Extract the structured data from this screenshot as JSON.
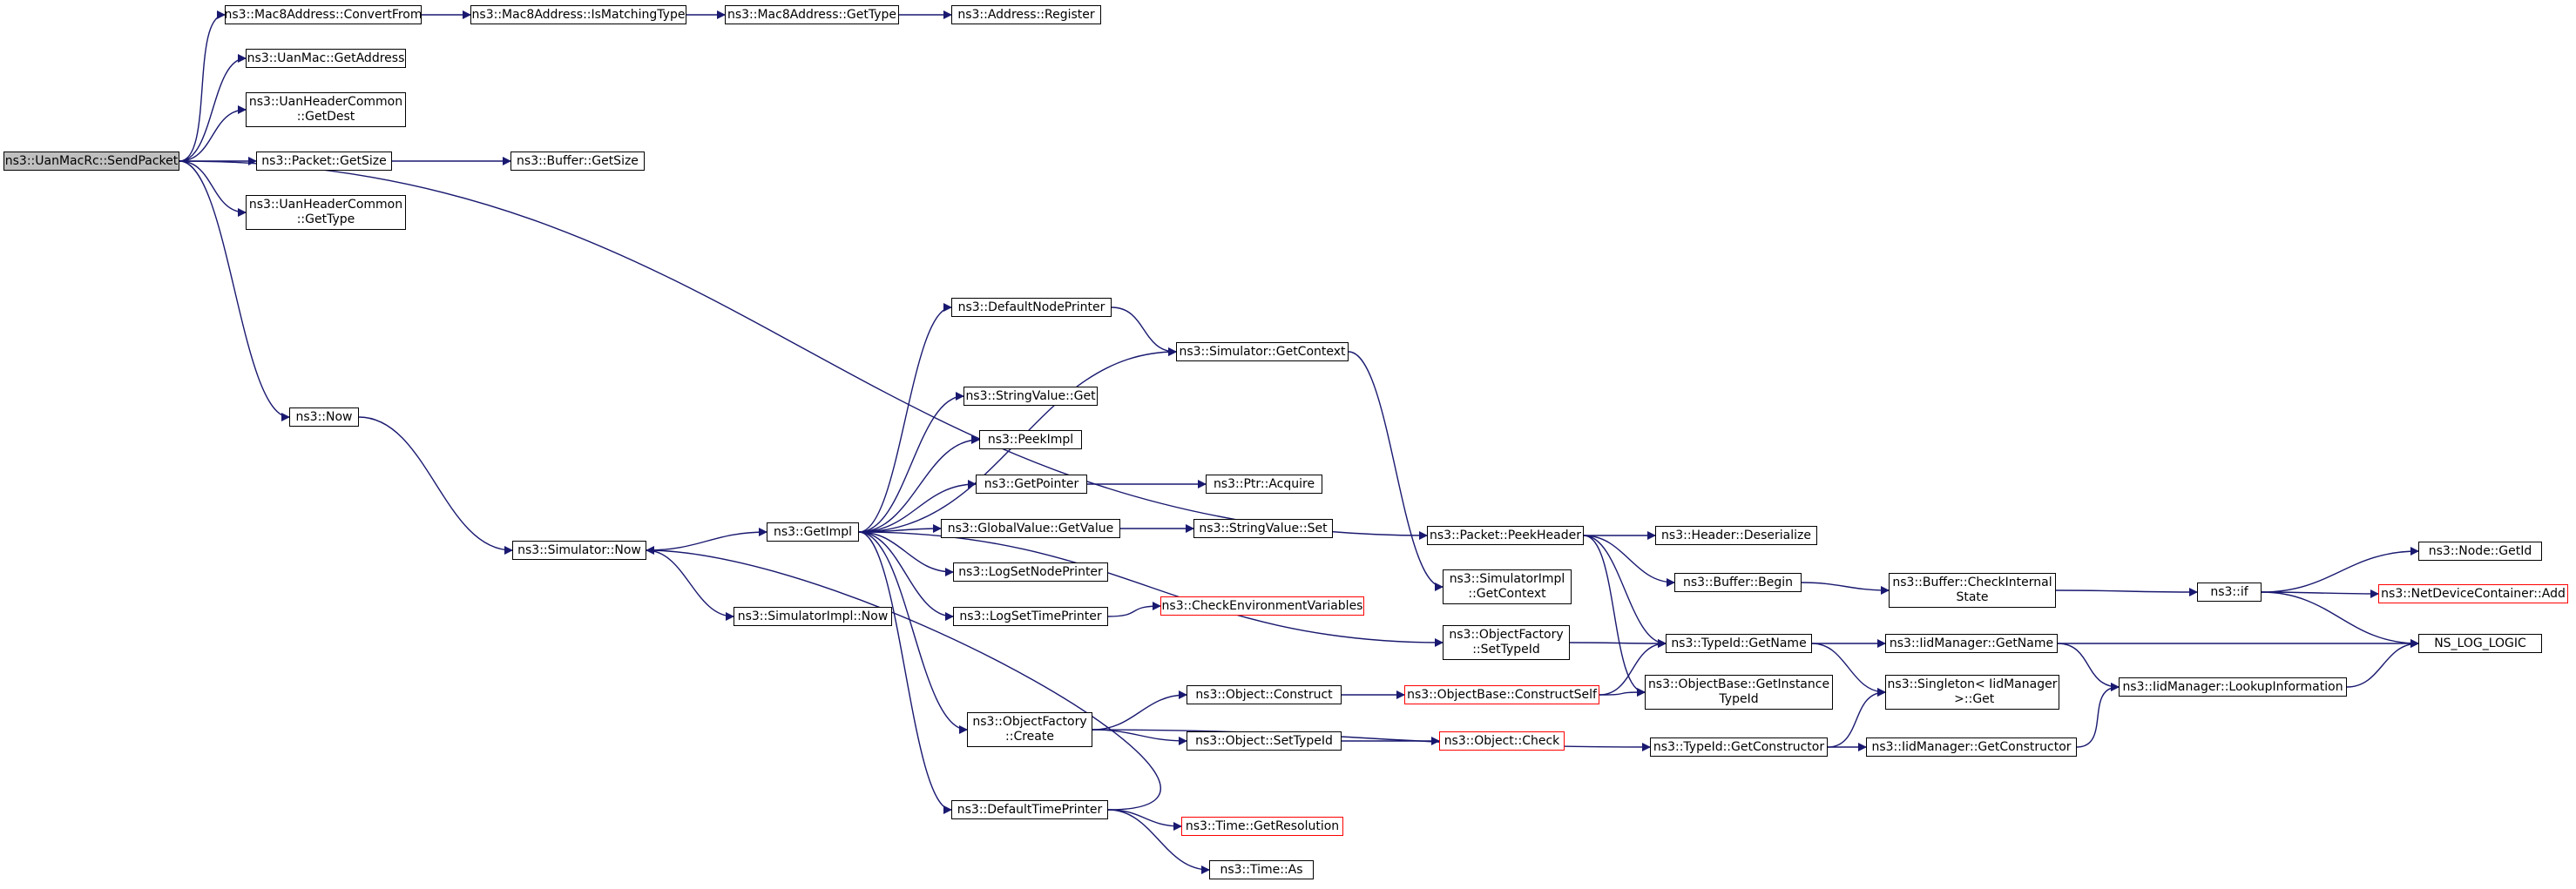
{
  "graph": {
    "edge_color": "#191970",
    "root_fill": "#bfbfbf",
    "truncated_border": "#ff0000",
    "nodes": [
      {
        "id": "send_packet",
        "label": "ns3::UanMacRc::SendPacket",
        "root": true
      },
      {
        "id": "mac8_convert_from",
        "label": "ns3::Mac8Address::ConvertFrom"
      },
      {
        "id": "mac8_is_matching_type",
        "label": "ns3::Mac8Address::IsMatchingType"
      },
      {
        "id": "mac8_get_type",
        "label": "ns3::Mac8Address::GetType"
      },
      {
        "id": "address_register",
        "label": "ns3::Address::Register"
      },
      {
        "id": "uanmac_get_address",
        "label": "ns3::UanMac::GetAddress"
      },
      {
        "id": "uanheader_get_dest",
        "label": "ns3::UanHeaderCommon\n::GetDest"
      },
      {
        "id": "packet_get_size",
        "label": "ns3::Packet::GetSize"
      },
      {
        "id": "buffer_get_size",
        "label": "ns3::Buffer::GetSize"
      },
      {
        "id": "uanheader_get_type",
        "label": "ns3::UanHeaderCommon\n::GetType"
      },
      {
        "id": "now",
        "label": "ns3::Now"
      },
      {
        "id": "simulator_now",
        "label": "ns3::Simulator::Now"
      },
      {
        "id": "simimpl_now",
        "label": "ns3::SimulatorImpl::Now"
      },
      {
        "id": "get_impl",
        "label": "ns3::GetImpl"
      },
      {
        "id": "default_node_printer",
        "label": "ns3::DefaultNodePrinter"
      },
      {
        "id": "simulator_get_context",
        "label": "ns3::Simulator::GetContext"
      },
      {
        "id": "simimpl_get_context",
        "label": "ns3::SimulatorImpl\n::GetContext"
      },
      {
        "id": "stringvalue_get",
        "label": "ns3::StringValue::Get"
      },
      {
        "id": "peek_impl",
        "label": "ns3::PeekImpl"
      },
      {
        "id": "get_pointer",
        "label": "ns3::GetPointer"
      },
      {
        "id": "ptr_acquire",
        "label": "ns3::Ptr::Acquire"
      },
      {
        "id": "globalvalue_get_value",
        "label": "ns3::GlobalValue::GetValue"
      },
      {
        "id": "stringvalue_set",
        "label": "ns3::StringValue::Set"
      },
      {
        "id": "log_set_node_printer",
        "label": "ns3::LogSetNodePrinter"
      },
      {
        "id": "log_set_time_printer",
        "label": "ns3::LogSetTimePrinter"
      },
      {
        "id": "check_env_vars",
        "label": "ns3::CheckEnvironmentVariables",
        "red": true
      },
      {
        "id": "object_factory_create",
        "label": "ns3::ObjectFactory\n::Create"
      },
      {
        "id": "object_construct",
        "label": "ns3::Object::Construct"
      },
      {
        "id": "object_set_type_id",
        "label": "ns3::Object::SetTypeId"
      },
      {
        "id": "objectbase_construct_self",
        "label": "ns3::ObjectBase::ConstructSelf",
        "red": true
      },
      {
        "id": "object_check",
        "label": "ns3::Object::Check",
        "red": true
      },
      {
        "id": "default_time_printer",
        "label": "ns3::DefaultTimePrinter"
      },
      {
        "id": "time_get_resolution",
        "label": "ns3::Time::GetResolution",
        "red": true
      },
      {
        "id": "time_as",
        "label": "ns3::Time::As"
      },
      {
        "id": "packet_peek_header",
        "label": "ns3::Packet::PeekHeader"
      },
      {
        "id": "header_deserialize",
        "label": "ns3::Header::Deserialize"
      },
      {
        "id": "buffer_begin",
        "label": "ns3::Buffer::Begin"
      },
      {
        "id": "buffer_check_internal_state",
        "label": "ns3::Buffer::CheckInternal\nState"
      },
      {
        "id": "object_factory_set_type_id",
        "label": "ns3::ObjectFactory\n::SetTypeId"
      },
      {
        "id": "typeid_get_name",
        "label": "ns3::TypeId::GetName"
      },
      {
        "id": "objectbase_get_instance_type_id",
        "label": "ns3::ObjectBase::GetInstance\nTypeId"
      },
      {
        "id": "typeid_get_constructor",
        "label": "ns3::TypeId::GetConstructor"
      },
      {
        "id": "iidmanager_get_name",
        "label": "ns3::IidManager::GetName"
      },
      {
        "id": "singleton_iidmanager_get",
        "label": "ns3::Singleton< IidManager\n >::Get"
      },
      {
        "id": "iidmanager_get_constructor",
        "label": "ns3::IidManager::GetConstructor"
      },
      {
        "id": "iidmanager_lookup_information",
        "label": "ns3::IidManager::LookupInformation"
      },
      {
        "id": "ns3_if",
        "label": "ns3::if"
      },
      {
        "id": "node_get_id",
        "label": "ns3::Node::GetId"
      },
      {
        "id": "netdevicecontainer_add",
        "label": "ns3::NetDeviceContainer::Add",
        "red": true
      },
      {
        "id": "ns_log_logic",
        "label": "NS_LOG_LOGIC"
      }
    ],
    "edges": [
      [
        "send_packet",
        "mac8_convert_from"
      ],
      [
        "mac8_convert_from",
        "mac8_is_matching_type"
      ],
      [
        "mac8_is_matching_type",
        "mac8_get_type"
      ],
      [
        "mac8_get_type",
        "address_register"
      ],
      [
        "send_packet",
        "uanmac_get_address"
      ],
      [
        "send_packet",
        "uanheader_get_dest"
      ],
      [
        "send_packet",
        "packet_get_size"
      ],
      [
        "packet_get_size",
        "buffer_get_size"
      ],
      [
        "send_packet",
        "uanheader_get_type"
      ],
      [
        "send_packet",
        "packet_peek_header"
      ],
      [
        "send_packet",
        "now"
      ],
      [
        "now",
        "simulator_now"
      ],
      [
        "simulator_now",
        "get_impl"
      ],
      [
        "simulator_now",
        "simimpl_now"
      ],
      [
        "get_impl",
        "default_node_printer"
      ],
      [
        "get_impl",
        "simulator_get_context"
      ],
      [
        "get_impl",
        "stringvalue_get"
      ],
      [
        "get_impl",
        "peek_impl"
      ],
      [
        "get_impl",
        "get_pointer"
      ],
      [
        "get_impl",
        "globalvalue_get_value"
      ],
      [
        "get_impl",
        "log_set_node_printer"
      ],
      [
        "get_impl",
        "log_set_time_printer"
      ],
      [
        "get_impl",
        "object_factory_create"
      ],
      [
        "get_impl",
        "default_time_printer"
      ],
      [
        "get_impl",
        "object_factory_set_type_id"
      ],
      [
        "default_node_printer",
        "simulator_get_context"
      ],
      [
        "simulator_get_context",
        "simimpl_get_context"
      ],
      [
        "get_pointer",
        "ptr_acquire"
      ],
      [
        "globalvalue_get_value",
        "stringvalue_set"
      ],
      [
        "log_set_time_printer",
        "check_env_vars"
      ],
      [
        "object_factory_create",
        "object_construct"
      ],
      [
        "object_factory_create",
        "object_set_type_id"
      ],
      [
        "object_factory_create",
        "typeid_get_constructor"
      ],
      [
        "object_construct",
        "objectbase_construct_self"
      ],
      [
        "objectbase_construct_self",
        "typeid_get_name"
      ],
      [
        "objectbase_construct_self",
        "objectbase_get_instance_type_id"
      ],
      [
        "object_set_type_id",
        "object_check"
      ],
      [
        "default_time_printer",
        "simulator_now"
      ],
      [
        "default_time_printer",
        "time_get_resolution"
      ],
      [
        "default_time_printer",
        "time_as"
      ],
      [
        "packet_peek_header",
        "header_deserialize"
      ],
      [
        "packet_peek_header",
        "buffer_begin"
      ],
      [
        "packet_peek_header",
        "typeid_get_name"
      ],
      [
        "packet_peek_header",
        "objectbase_get_instance_type_id"
      ],
      [
        "buffer_begin",
        "buffer_check_internal_state"
      ],
      [
        "buffer_check_internal_state",
        "ns3_if"
      ],
      [
        "ns3_if",
        "node_get_id"
      ],
      [
        "ns3_if",
        "netdevicecontainer_add"
      ],
      [
        "ns3_if",
        "ns_log_logic"
      ],
      [
        "object_factory_set_type_id",
        "typeid_get_name"
      ],
      [
        "typeid_get_name",
        "iidmanager_get_name"
      ],
      [
        "typeid_get_name",
        "singleton_iidmanager_get"
      ],
      [
        "iidmanager_get_name",
        "ns_log_logic"
      ],
      [
        "iidmanager_get_name",
        "iidmanager_lookup_information"
      ],
      [
        "typeid_get_constructor",
        "singleton_iidmanager_get"
      ],
      [
        "typeid_get_constructor",
        "iidmanager_get_constructor"
      ],
      [
        "iidmanager_get_constructor",
        "iidmanager_lookup_information"
      ],
      [
        "iidmanager_lookup_information",
        "ns_log_logic"
      ]
    ]
  }
}
